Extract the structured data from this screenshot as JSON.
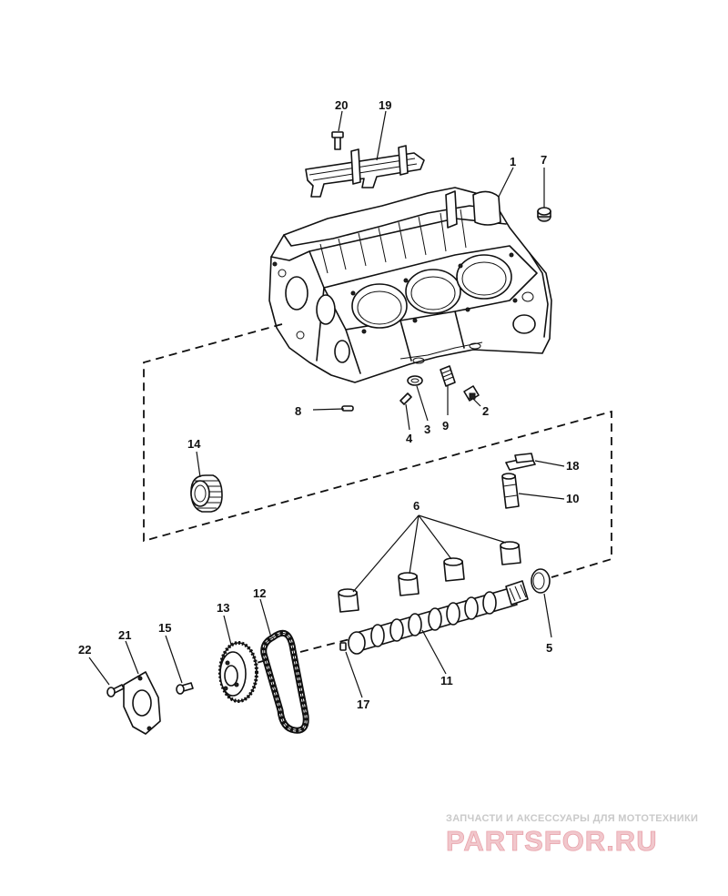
{
  "callouts": {
    "c1": "1",
    "c2": "2",
    "c3": "3",
    "c4": "4",
    "c5": "5",
    "c6": "6",
    "c7": "7",
    "c8": "8",
    "c9": "9",
    "c10": "10",
    "c11": "11",
    "c12": "12",
    "c13": "13",
    "c14": "14",
    "c15": "15",
    "c17": "17",
    "c18": "18",
    "c19": "19",
    "c20": "20",
    "c21": "21",
    "c22": "22"
  },
  "watermark": {
    "tagline": "ЗАПЧАСТИ И АКСЕССУАРЫ ДЛЯ МОТОТЕХНИКИ",
    "logo": "PARTSFOR.RU",
    "color": "#e8a3ab"
  }
}
